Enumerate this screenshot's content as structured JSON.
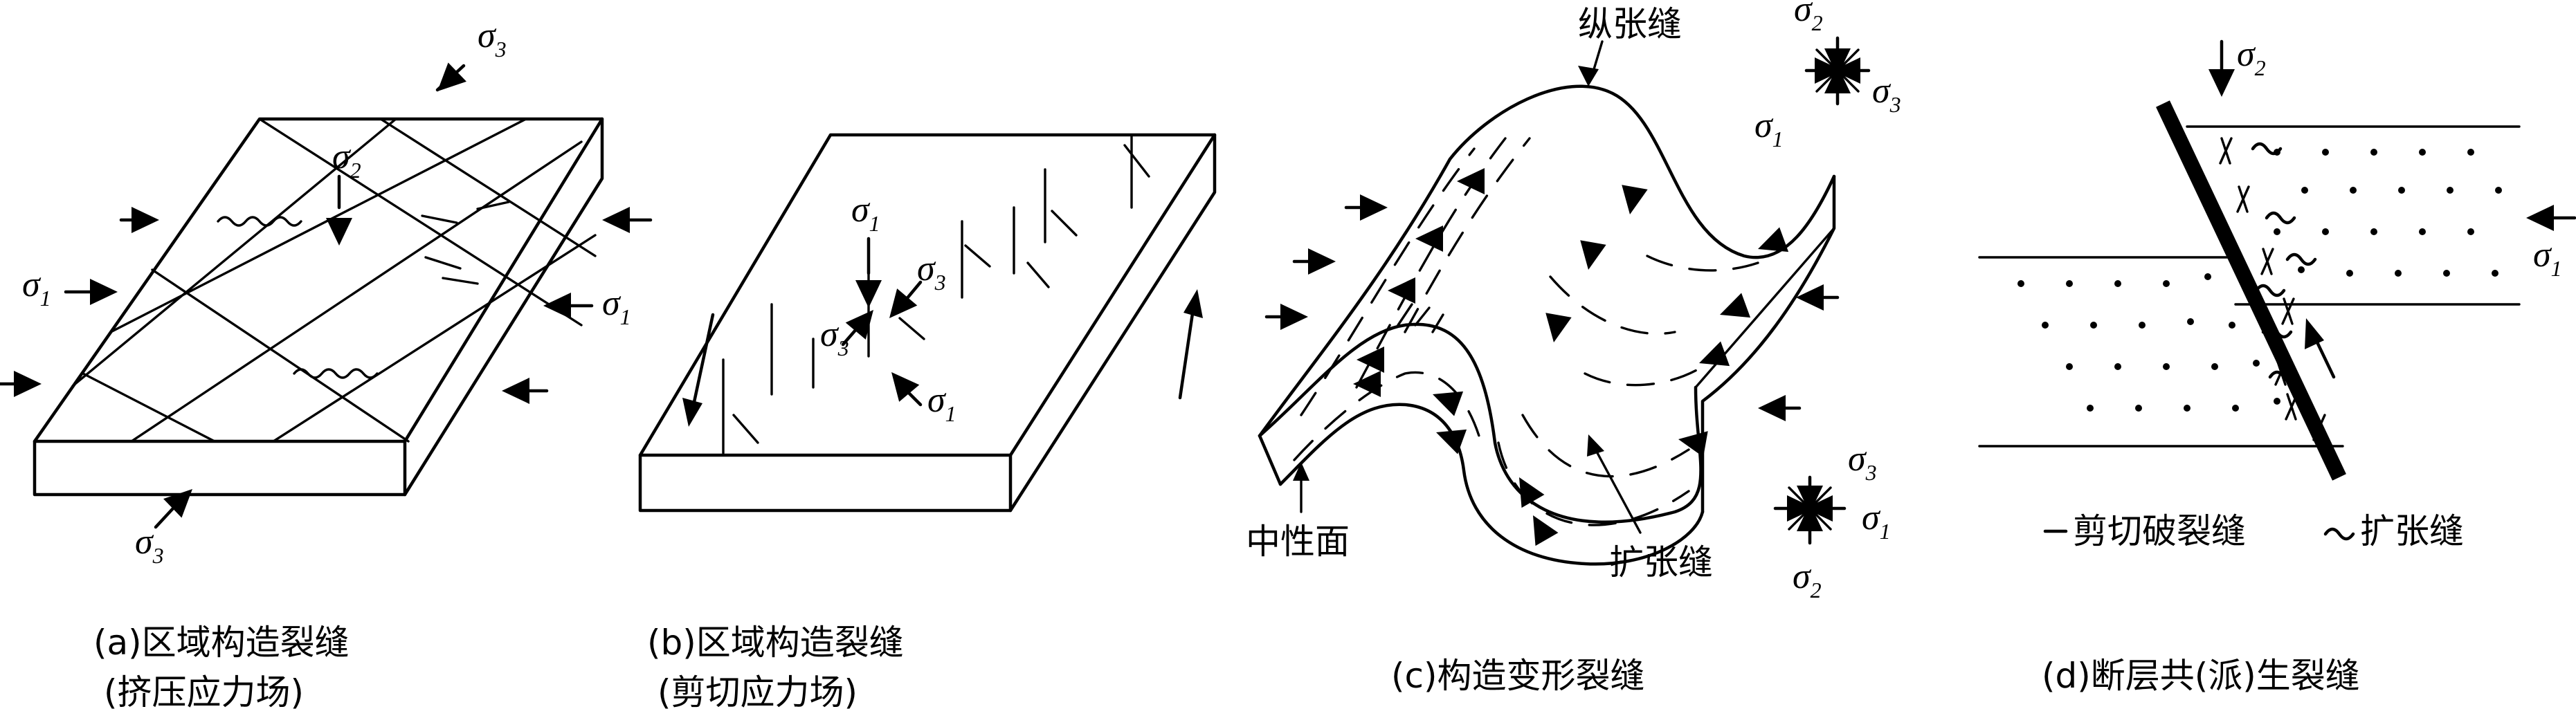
{
  "sigma": "σ",
  "panel_a": {
    "caption_line1": "(a)区域构造裂缝",
    "caption_line2": "(挤压应力场)",
    "sub_top": "3",
    "sub_inner": "2",
    "sub_left": "1",
    "sub_right": "1",
    "sub_bottom": "3"
  },
  "panel_b": {
    "caption_line1": "(b)区域构造裂缝",
    "caption_line2": "(剪切应力场)",
    "sub_top": "1",
    "sub_right": "3",
    "sub_left": "3",
    "sub_bottom": "1"
  },
  "panel_c": {
    "caption": "(c)构造变形裂缝",
    "label_longitudinal": "纵张缝",
    "label_extension": "扩张缝",
    "label_neutral": "中性面",
    "cross_top_subs": [
      "2",
      "3",
      "1"
    ],
    "cross_bottom_subs": [
      "3",
      "1",
      "2"
    ]
  },
  "panel_d": {
    "caption": "(d)断层共(派)生裂缝",
    "sub_top": "2",
    "sub_right": "1",
    "legend_shear": "剪切破裂缝",
    "legend_extension": "扩张缝"
  }
}
